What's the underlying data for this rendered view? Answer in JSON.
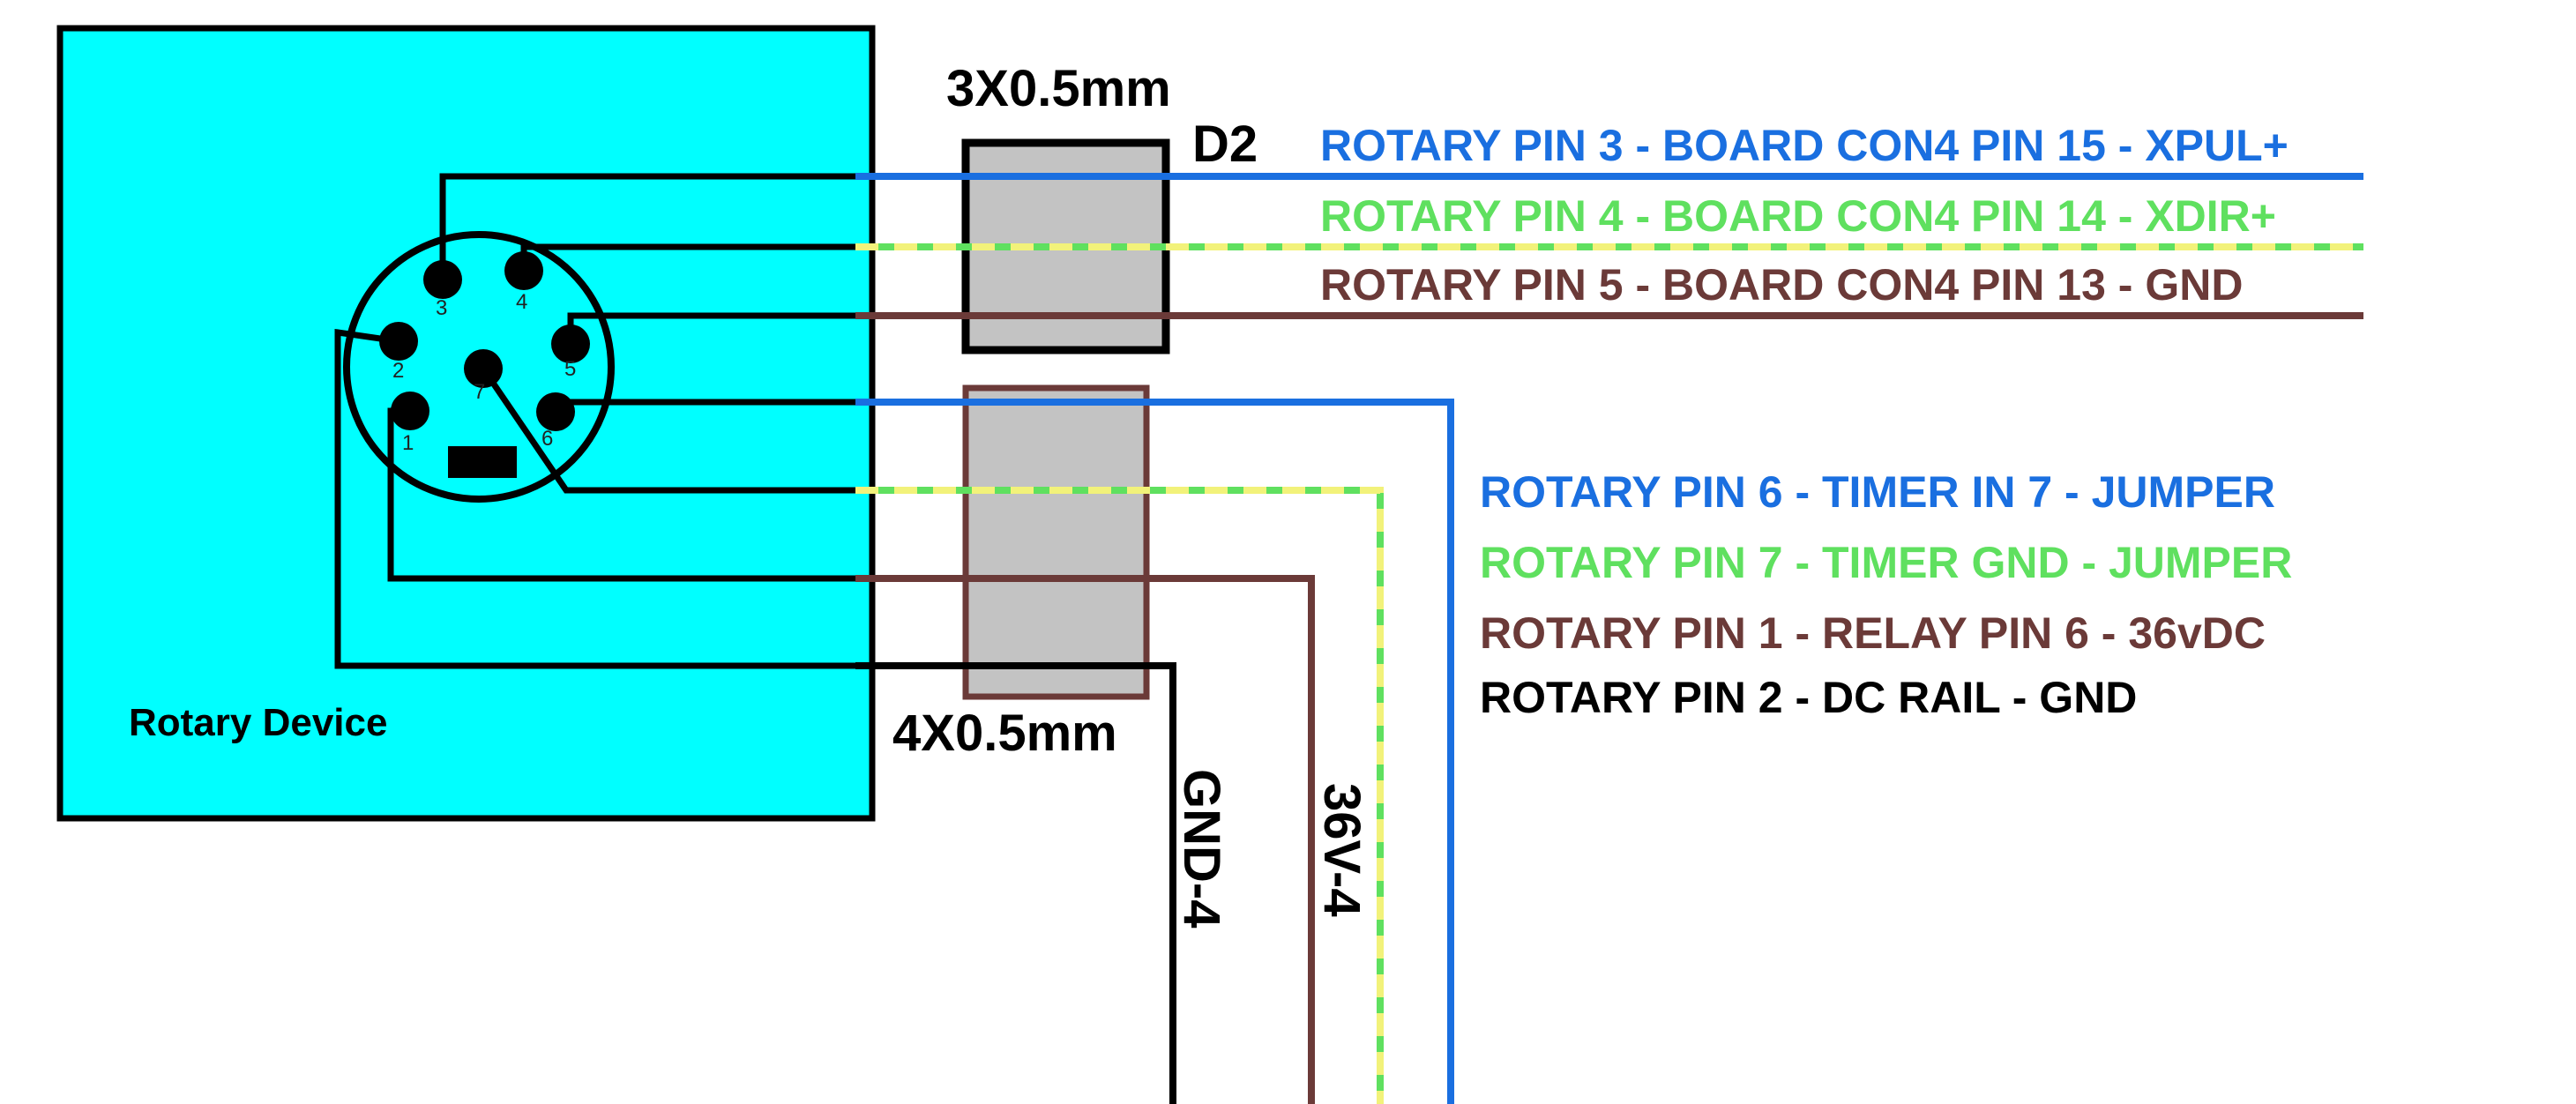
{
  "device": {
    "label": "Rotary Device",
    "fill": "#00FFFF"
  },
  "connector": {
    "pins": [
      {
        "number": "1"
      },
      {
        "number": "2"
      },
      {
        "number": "3"
      },
      {
        "number": "4"
      },
      {
        "number": "5"
      },
      {
        "number": "6"
      },
      {
        "number": "7"
      }
    ]
  },
  "cables": {
    "upper": {
      "label": "3X0.5mm",
      "tag": "D2"
    },
    "lower": {
      "label": "4X0.5mm"
    }
  },
  "wires": {
    "pin3": {
      "label": "ROTARY PIN 3 - BOARD CON4 PIN 15 - XPUL+",
      "color": "#1A6FE0"
    },
    "pin4": {
      "label": "ROTARY PIN 4 - BOARD CON4 PIN 14 - XDIR+",
      "color": "#5FE05F",
      "stripe": "#F2F27A"
    },
    "pin5": {
      "label": "ROTARY PIN 5 - BOARD CON4 PIN 13 - GND",
      "color": "#6B3A38"
    },
    "pin6": {
      "label": "ROTARY PIN 6 - TIMER IN 7 - JUMPER",
      "color": "#1A6FE0"
    },
    "pin7": {
      "label": "ROTARY PIN 7 - TIMER GND - JUMPER",
      "color": "#5FE05F",
      "stripe": "#F2F27A"
    },
    "pin1": {
      "label": "ROTARY PIN 1 - RELAY PIN 6 - 36vDC",
      "color": "#6B3A38"
    },
    "pin2": {
      "label": "ROTARY PIN 2 - DC RAIL - GND",
      "color": "#000000"
    }
  },
  "drops": {
    "gnd": {
      "label": "GND-4"
    },
    "v36": {
      "label": "36V-4"
    }
  }
}
